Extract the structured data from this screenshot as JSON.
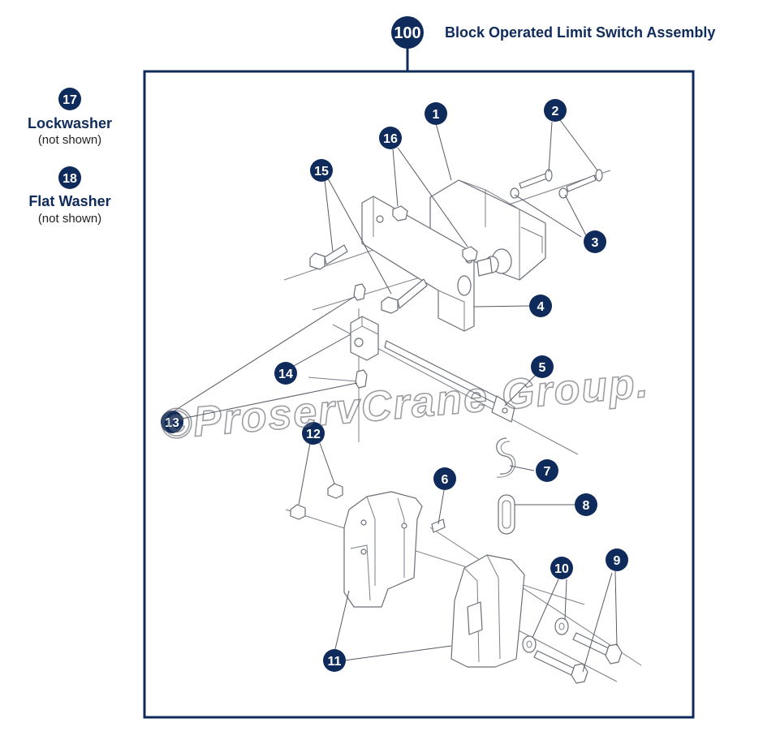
{
  "assembly": {
    "number": "100",
    "title": "Block Operated Limit Switch Assembly"
  },
  "notes": [
    {
      "number": "17",
      "title": "Lockwasher",
      "sub": "(not shown)"
    },
    {
      "number": "18",
      "title": "Flat Washer",
      "sub": "(not shown)"
    }
  ],
  "callouts": [
    "1",
    "2",
    "3",
    "4",
    "5",
    "6",
    "7",
    "8",
    "9",
    "10",
    "11",
    "12",
    "13",
    "14",
    "15",
    "16"
  ],
  "watermark": "©ProservCrane Group.",
  "colors": {
    "accent": "#0f2b5b",
    "line": "#6a6f78"
  }
}
